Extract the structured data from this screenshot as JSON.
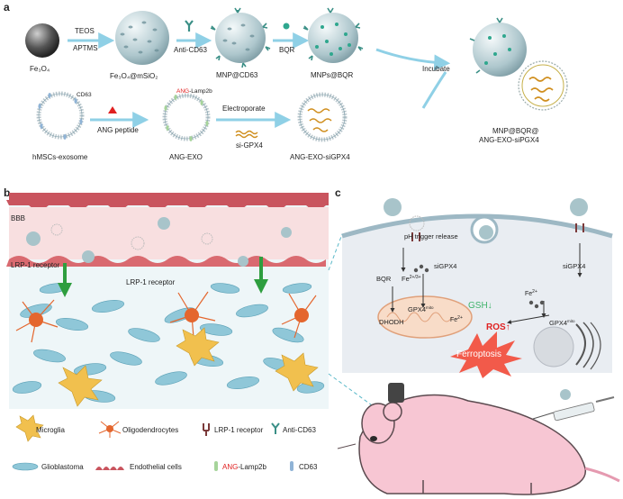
{
  "panel_labels": {
    "a": "a",
    "b": "b",
    "c": "c"
  },
  "panel_a": {
    "fe3o4": "Fe₃O₄",
    "teos": "TEOS",
    "aptms": "APTMS",
    "fe3o4_msio2": "Fe₃O₄@mSiO₂",
    "anti_cd63": "Anti-CD63",
    "mnp_cd63": "MNP@CD63",
    "bqr": "BQR",
    "mnps_bqr": "MNPs@BQR",
    "incubate": "Incubate",
    "cd63": "CD63",
    "ang_lamp2b_ang": "ANG",
    "ang_lamp2b_rest": "-Lamp2b",
    "hmscs_exosome": "hMSCs-exosome",
    "ang_peptide": "ANG peptide",
    "ang_exo": "ANG-EXO",
    "electroporate": "Electroporate",
    "si_gpx4": "si-GPX4",
    "ang_exo_sigpx4": "ANG-EXO-siGPX4",
    "final_line1": "MNP@BQR@",
    "final_line2": "ANG-EXO-siPGX4"
  },
  "panel_b": {
    "bbb": "BBB",
    "lrp1_left": "LRP-1 receptor",
    "lrp1_inner": "LRP-1 receptor"
  },
  "panel_c": {
    "ph_trigger": "pH trigger release",
    "bqr": "BQR",
    "fe23": "Fe",
    "fe23_sup": "2+/3+",
    "sigpx4_left": "siGPX4",
    "sigpx4_right": "siGPX4",
    "fe2_right": "Fe",
    "fe2_sup": "2+",
    "gsh": "GSH↓",
    "gpx4_left": "GPX4",
    "gpx4_sup": "mito",
    "gpx4_right": "GPX4",
    "dhodh": "DHODH",
    "fe2_mid": "Fe",
    "ros": "ROS↑",
    "ferroptosis": "Ferroptosis"
  },
  "legend": {
    "microglia": "Microglia",
    "oligodendrocytes": "Oligodendrocytes",
    "lrp1": "LRP-1 receptor",
    "anti_cd63": "Anti-CD63",
    "glioblastoma": "Glioblastoma",
    "endothelial": "Endothelial cells",
    "ang_red": "ANG",
    "ang_rest": "-Lamp2b",
    "cd63": "CD63"
  },
  "colors": {
    "arrow": "#8fd0e6",
    "vessel": "#c9545e",
    "vessel_light": "#f7d4d6",
    "glioblastoma": "#8fc7d8",
    "microglia": "#f1c04e",
    "oligo": "#e4662e",
    "ros": "#e02020",
    "gsh": "#3fb36b",
    "ang_red": "#e02020",
    "mouse": "#f7c6d3"
  }
}
